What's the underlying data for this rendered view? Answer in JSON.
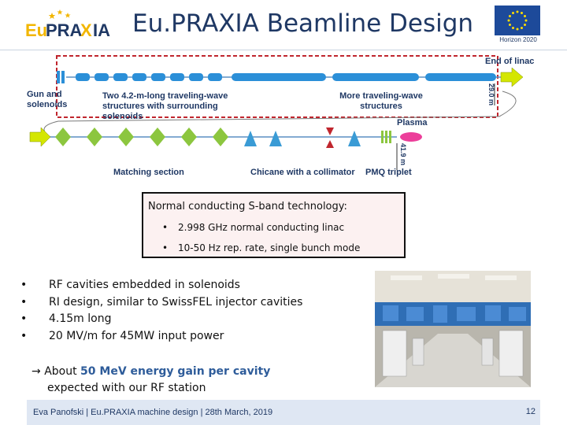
{
  "header": {
    "title": "Eu.PRAXIA Beamline Design",
    "logo_text_eu": "Eu",
    "logo_text_prax": "PRA",
    "logo_text_x": "X",
    "logo_text_ia": "IA",
    "funding_label": "Horizon 2020"
  },
  "beamline": {
    "label_end": "End of linac",
    "label_gun": "Gun and solenoids",
    "label_two_structures": "Two 4.2-m-long traveling-wave structures with surrounding solenoids",
    "label_more_structures": "More traveling-wave structures",
    "label_length_top": "29.0 m",
    "label_plasma": "Plasma",
    "label_length_bottom": "41.9 m",
    "label_matching": "Matching section",
    "label_chicane": "Chicane with a collimator",
    "label_pmq": "PMQ triplet"
  },
  "tech": {
    "heading": "Normal conducting S-band technology:",
    "items": [
      "2.998 GHz normal conducting linac",
      "10-50 Hz rep. rate, single bunch mode"
    ]
  },
  "bullets": [
    "RF cavities embedded in solenoids",
    "RI design, similar to SwissFEL injector cavities",
    "4.15m long",
    "20 MV/m for 45MW input power"
  ],
  "conclusion": {
    "arrow": "→",
    "prefix": "About",
    "highlight": "50 MeV energy gain per cavity",
    "line2": "expected with our RF station"
  },
  "footer": {
    "text": "Eva Panofski | Eu.PRAXIA machine design | 28th March, 2019",
    "page": "12"
  },
  "colors": {
    "title": "#1f3864",
    "cavity": "#2b8fd8",
    "quad": "#8cc63f",
    "dipole": "#3a9bd5",
    "arrow": "#d4e600",
    "plasma": "#ec3e9a",
    "frame": "#c0262e",
    "highlight": "#2e5c9a"
  }
}
